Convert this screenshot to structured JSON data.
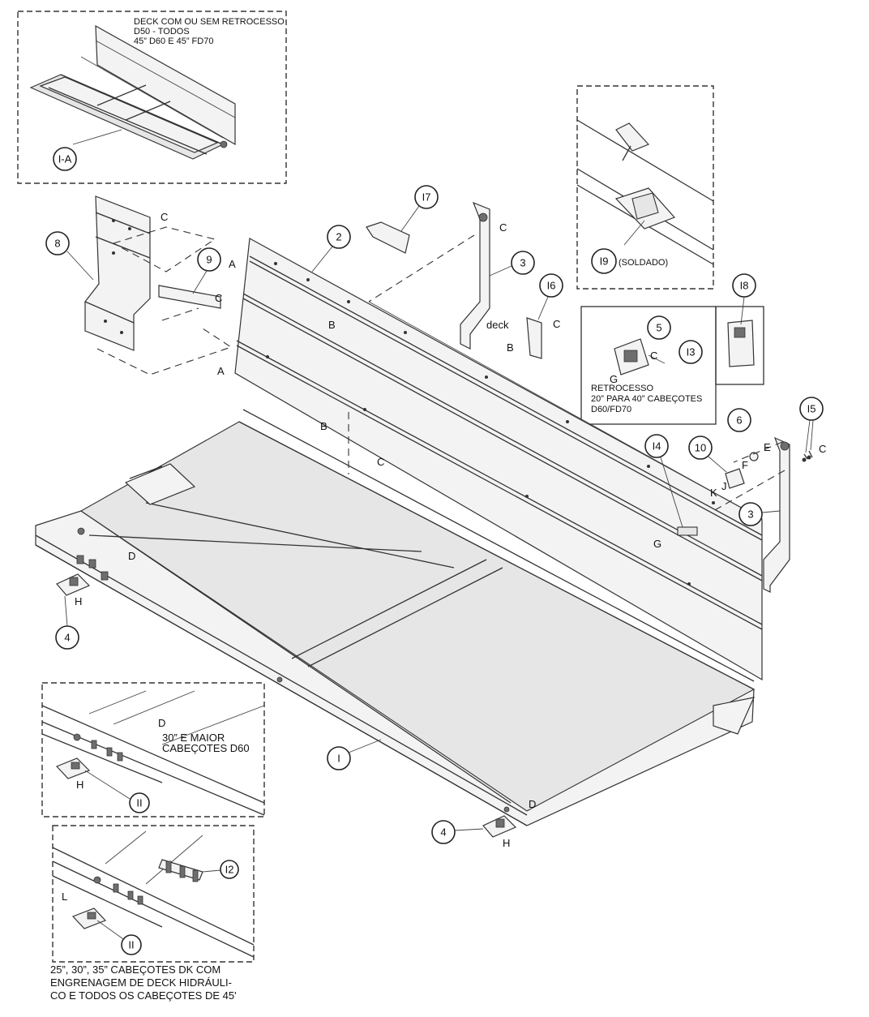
{
  "notes": {
    "inset_top": [
      "DECK COM OU SEM RETROCESSO",
      "D50 - TODOS",
      "45” D60 E 45” FD70"
    ],
    "retrocesso": [
      "RETROCESSO",
      "20” PARA 40” CABEÇOTES",
      "D60/FD70"
    ],
    "d60": [
      "30” E MAIOR",
      "CABEÇOTES D60"
    ],
    "bottom": [
      "25”, 30”, 35” CABEÇOTES DK COM",
      "ENGRENAGEM DE DECK HIDRÁULI-",
      "CO E TODOS OS CABEÇOTES DE 45'"
    ],
    "soldado": "(SOLDADO)",
    "deck": "deck"
  },
  "callouts": {
    "c1a": "I-A",
    "c1": "I",
    "c2": "2",
    "c3a": "3",
    "c3b": "3",
    "c4a": "4",
    "c4b": "4",
    "c5": "5",
    "c6": "6",
    "c8": "8",
    "c9": "9",
    "c10": "10",
    "c11a": "II",
    "c11b": "II",
    "c12": "I2",
    "c13": "I3",
    "c14": "I4",
    "c15": "I5",
    "c16": "I6",
    "c17": "I7",
    "c18": "I8",
    "c19": "I9"
  },
  "letters": {
    "A": "A",
    "B": "B",
    "C": "C",
    "D": "D",
    "E": "E",
    "F": "F",
    "G": "G",
    "H": "H",
    "J": "J",
    "K": "K",
    "L": "L"
  }
}
